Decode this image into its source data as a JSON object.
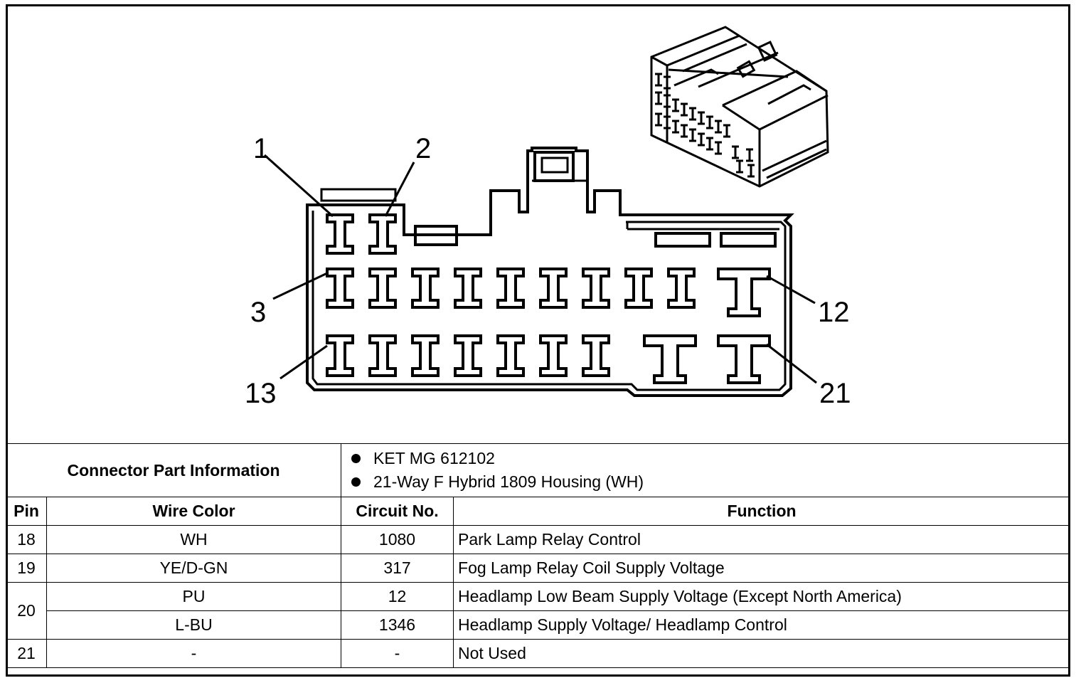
{
  "diagram": {
    "callouts": {
      "pin1": "1",
      "pin2": "2",
      "pin3": "3",
      "pin12": "12",
      "pin13": "13",
      "pin21": "21"
    }
  },
  "connector_info": {
    "title": "Connector Part Information",
    "items": [
      "KET MG 612102",
      "21-Way F Hybrid 1809 Housing (WH)"
    ]
  },
  "table": {
    "headers": {
      "pin": "Pin",
      "wire_color": "Wire Color",
      "circuit": "Circuit No.",
      "function": "Function"
    },
    "rows": [
      {
        "pin": "18",
        "wire_color": "WH",
        "circuit": "1080",
        "function": "Park Lamp Relay Control"
      },
      {
        "pin": "19",
        "wire_color": "YE/D-GN",
        "circuit": "317",
        "function": "Fog Lamp Relay Coil Supply Voltage"
      },
      {
        "pin": "20",
        "wire_color": "PU",
        "circuit": "12",
        "function": "Headlamp Low Beam Supply Voltage (Except North America)"
      },
      {
        "pin": "",
        "wire_color": "L-BU",
        "circuit": "1346",
        "function": "Headlamp Supply Voltage/ Headlamp Control"
      },
      {
        "pin": "21",
        "wire_color": "-",
        "circuit": "-",
        "function": "Not Used"
      }
    ]
  }
}
